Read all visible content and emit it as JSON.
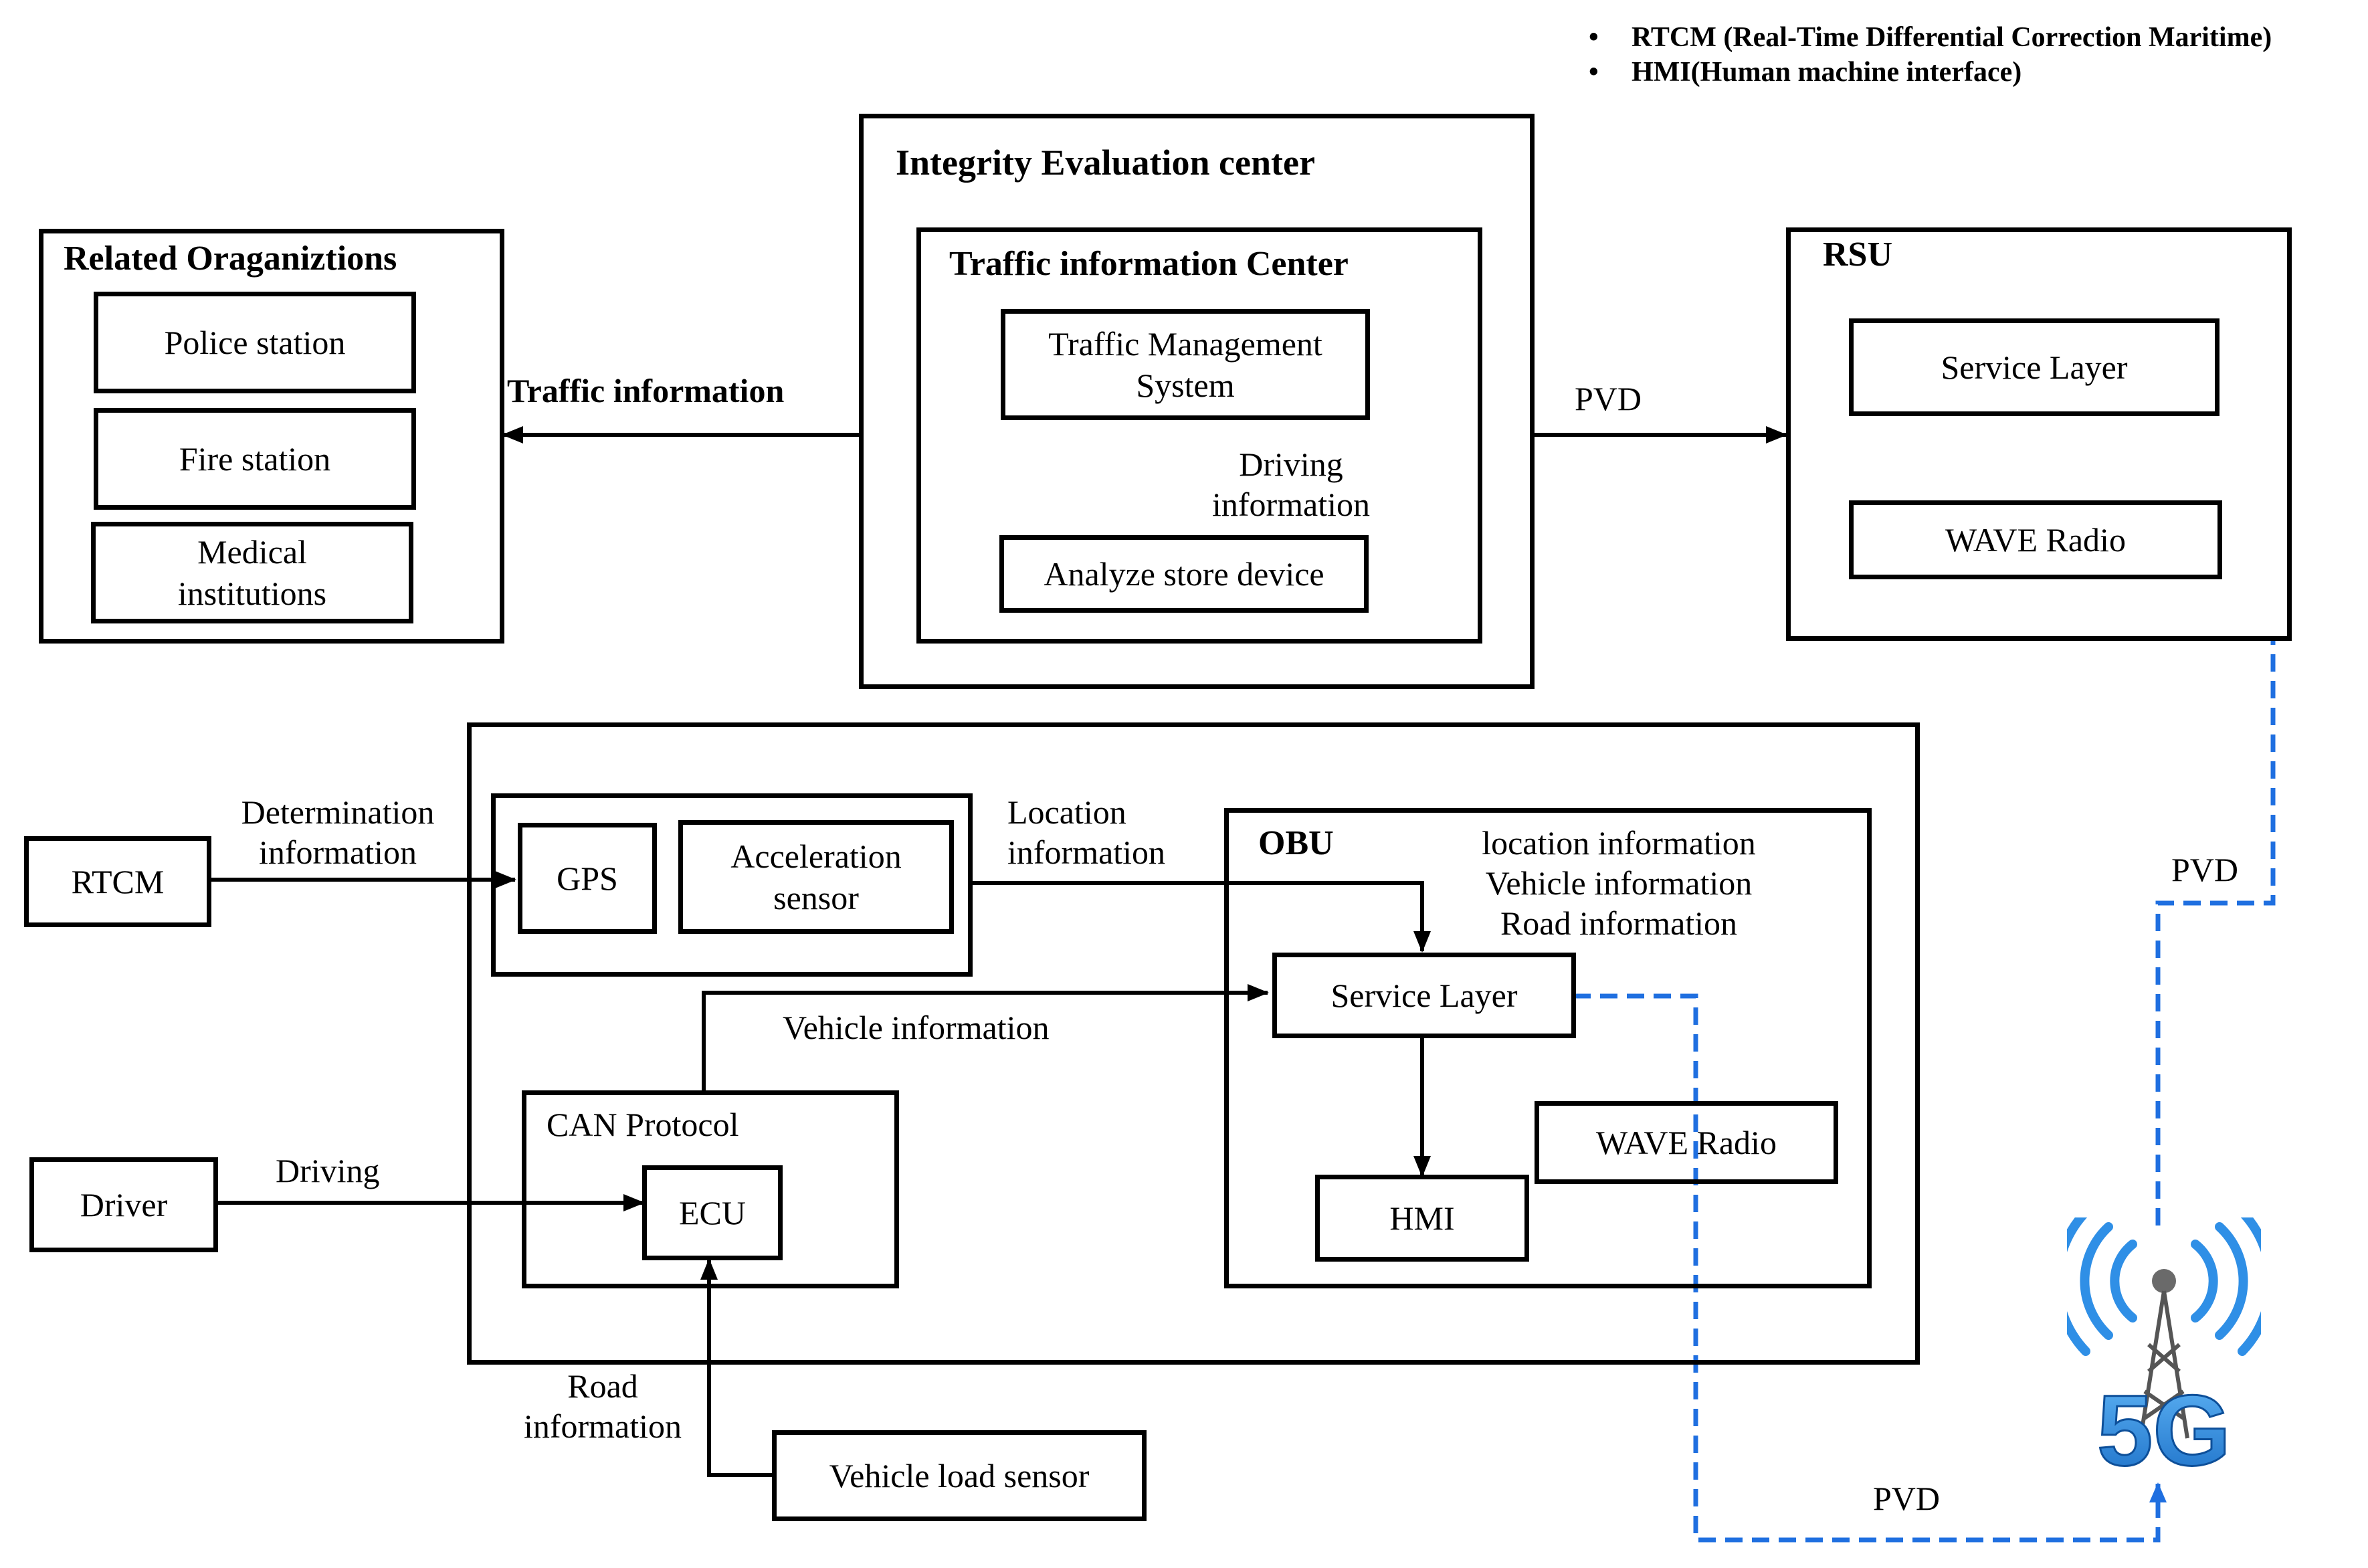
{
  "legend": [
    "RTCM (Real-Time Differential Correction Maritime)",
    "HMI(Human machine interface)"
  ],
  "integrity_center": {
    "title": "Integrity Evaluation center",
    "traffic_center": {
      "title": "Traffic information Center",
      "tms": [
        "Traffic Management",
        "System"
      ],
      "analyze": "Analyze store device",
      "driving_info": [
        "Driving",
        "information"
      ]
    }
  },
  "related_orgs": {
    "title": "Related Oraganiztions",
    "items": [
      "Police station",
      "Fire station",
      [
        "Medical",
        "institutions"
      ]
    ]
  },
  "rsu": {
    "title": "RSU",
    "service_layer": "Service Layer",
    "wave_radio": "WAVE Radio"
  },
  "labels": {
    "traffic_information": "Traffic information",
    "pvd_top": "PVD",
    "pvd_right": "PVD",
    "pvd_bottom": "PVD",
    "determination_info": [
      "Determination",
      "information"
    ],
    "location_info": [
      "Location",
      "information"
    ],
    "vehicle_info": "Vehicle information",
    "driving": "Driving",
    "road_info": [
      "Road",
      "information"
    ]
  },
  "vehicle": {
    "rtcm": "RTCM",
    "driver": "Driver",
    "gps": "GPS",
    "accel": [
      "Acceleration",
      "sensor"
    ],
    "can": "CAN Protocol",
    "ecu": "ECU",
    "load_sensor": "Vehicle load sensor"
  },
  "obu": {
    "title": "OBU",
    "info": [
      "location information",
      "Vehicle information",
      "Road information"
    ],
    "service_layer": "Service Layer",
    "hmi": "HMI",
    "wave_radio": "WAVE Radio"
  },
  "tower": {
    "label": "5G",
    "icon": "5g-tower-icon"
  },
  "colors": {
    "dashed_link": "#1f6fe0",
    "tower_blue": "#2f8fe6"
  }
}
